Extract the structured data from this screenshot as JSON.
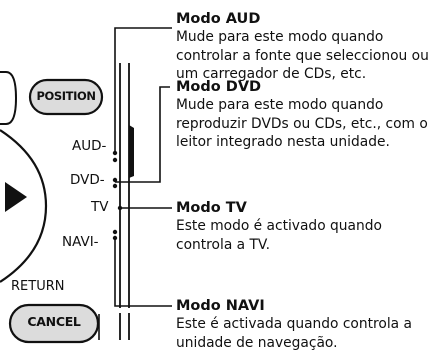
{
  "remote": {
    "position_button": "POSITION",
    "return_label": "RETURN",
    "cancel_button": "CANCEL",
    "switch_labels": {
      "aud": "AUD-",
      "dvd": "DVD-",
      "tv": "TV",
      "navi": "NAVI-"
    },
    "play_icon": "play-triangle-icon"
  },
  "modes": [
    {
      "title": "Modo AUD",
      "description": "Mude para este modo quando controlar a fonte que seleccionou ou um carregador de CDs, etc."
    },
    {
      "title": "Modo DVD",
      "description": "Mude para este modo quando reproduzir DVDs ou CDs, etc., com o leitor integrado nesta unidade."
    },
    {
      "title": "Modo TV",
      "description": "Este modo é activado quando controla a TV."
    },
    {
      "title": "Modo NAVI",
      "description": "Este é activada quando controla a unidade de navegação."
    }
  ]
}
